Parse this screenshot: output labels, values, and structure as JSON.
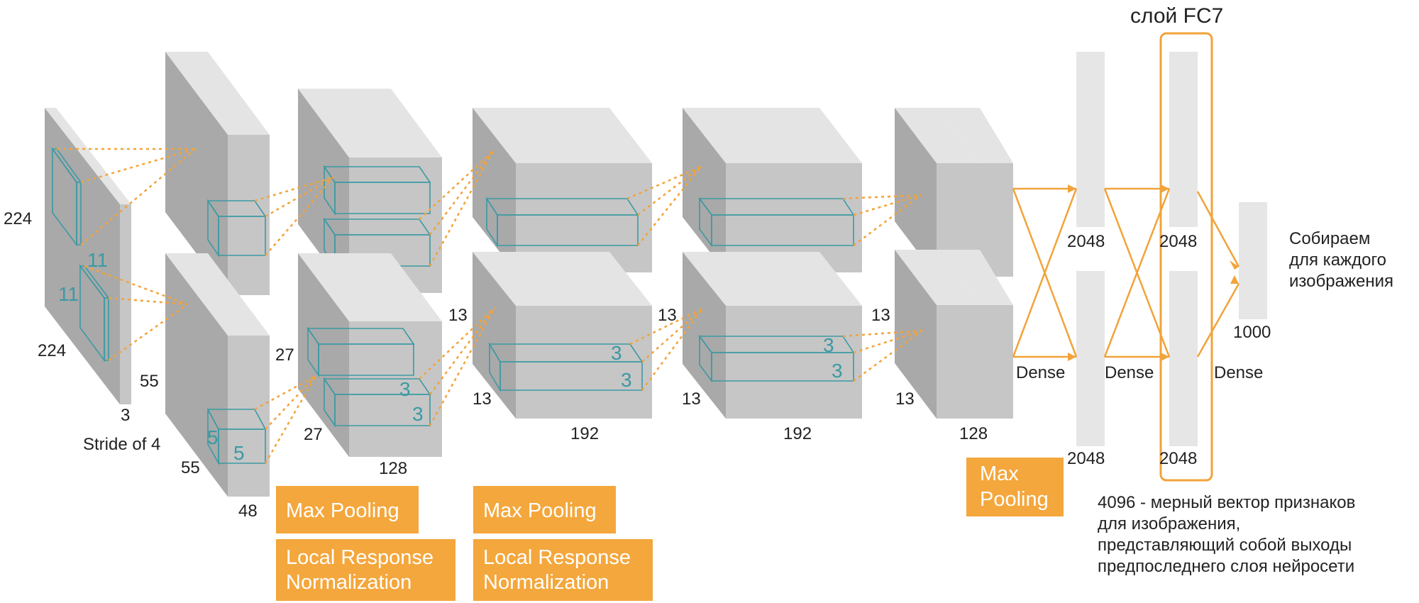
{
  "input": {
    "height": "224",
    "width": "224",
    "depth": "3",
    "kernel_h": "11",
    "kernel_w": "11",
    "stride": "Stride of 4"
  },
  "conv1": {
    "size_a": "55",
    "size_b": "55",
    "depth": "48",
    "kernel_a": "5",
    "kernel_b": "5"
  },
  "conv2": {
    "size_a": "27",
    "size_b": "27",
    "depth": "128",
    "kernel_a": "3",
    "kernel_b": "3"
  },
  "conv3": {
    "size_a": "13",
    "size_b": "13",
    "depth": "192",
    "kernel_a": "3",
    "kernel_b": "3"
  },
  "conv4": {
    "size_a": "13",
    "size_b": "13",
    "depth": "192",
    "kernel_a": "3",
    "kernel_b": "3"
  },
  "conv5": {
    "size_a": "13",
    "size_b": "13",
    "depth": "128"
  },
  "dense1": {
    "top": "2048",
    "bottom": "2048",
    "label": "Dense"
  },
  "dense2": {
    "top": "2048",
    "bottom": "2048",
    "label": "Dense"
  },
  "output": {
    "size": "1000",
    "label": "Dense"
  },
  "boxes": {
    "mp1": "Max Pooling",
    "lrn1_l1": "Local Response",
    "lrn1_l2": "Normalization",
    "mp2": "Max Pooling",
    "lrn2_l1": "Local Response",
    "lrn2_l2": "Normalization",
    "mp3_l1": "Max",
    "mp3_l2": "Pooling"
  },
  "fc7_title": "слой FC7",
  "collect_note": [
    "Собираем",
    "для каждого",
    "изображения"
  ],
  "vector_note": [
    "4096 - мерный вектор признаков",
    "для изображения,",
    "представляющий собой выходы",
    "предпоследнего слоя нейросети"
  ],
  "colors": {
    "accent": "#f2a33a",
    "box": "#f4a73c",
    "kernel": "#3b9aa3",
    "block_top": "#e4e4e4",
    "block_side": "#a9a9a9",
    "block_front": "#c6c6c6"
  }
}
